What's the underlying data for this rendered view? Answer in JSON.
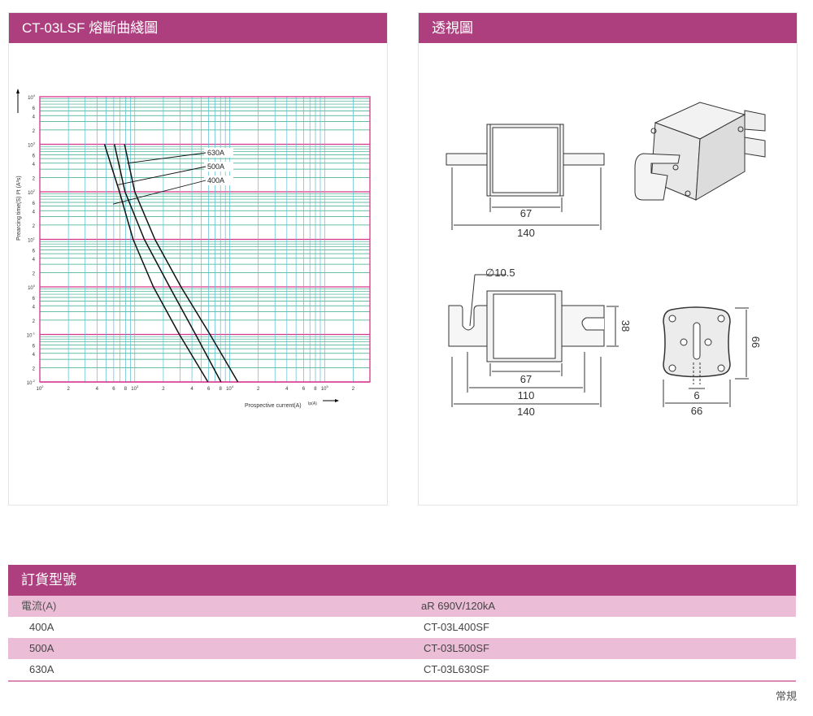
{
  "left_panel": {
    "title": "CT-03LSF 熔斷曲綫圖"
  },
  "right_panel": {
    "title": "透視圖"
  },
  "chart_data": {
    "type": "line",
    "title": "",
    "xlabel": "Prospective current(A)",
    "xlabel_symbol": "Ip(A)",
    "ylabel": "Prearcing time(S)",
    "ylabel_symbol": "I²t (A²s)",
    "xscale": "log",
    "yscale": "log",
    "xlim": [
      100,
      300000
    ],
    "ylim": [
      0.01,
      10000
    ],
    "grid": true,
    "x_ticks": [
      {
        "v": 100,
        "label": "10",
        "exp": "2"
      },
      {
        "v": 200,
        "label": "2"
      },
      {
        "v": 400,
        "label": "4"
      },
      {
        "v": 600,
        "label": "6"
      },
      {
        "v": 800,
        "label": "8"
      },
      {
        "v": 1000,
        "label": "10",
        "exp": "3"
      },
      {
        "v": 2000,
        "label": "2"
      },
      {
        "v": 4000,
        "label": "4"
      },
      {
        "v": 6000,
        "label": "6"
      },
      {
        "v": 8000,
        "label": "8"
      },
      {
        "v": 10000,
        "label": "10",
        "exp": "4"
      },
      {
        "v": 20000,
        "label": "2"
      },
      {
        "v": 40000,
        "label": "4"
      },
      {
        "v": 60000,
        "label": "6"
      },
      {
        "v": 80000,
        "label": "8"
      },
      {
        "v": 100000,
        "label": "10",
        "exp": "5"
      },
      {
        "v": 200000,
        "label": "2"
      }
    ],
    "y_ticks": [
      {
        "v": 0.01,
        "label": "10",
        "exp": "-2"
      },
      {
        "v": 0.02,
        "label": "2"
      },
      {
        "v": 0.04,
        "label": "4"
      },
      {
        "v": 0.06,
        "label": "6"
      },
      {
        "v": 0.1,
        "label": "10",
        "exp": "-1"
      },
      {
        "v": 0.2,
        "label": "2"
      },
      {
        "v": 0.4,
        "label": "4"
      },
      {
        "v": 0.6,
        "label": "6"
      },
      {
        "v": 1,
        "label": "10",
        "exp": "0"
      },
      {
        "v": 2,
        "label": "2"
      },
      {
        "v": 4,
        "label": "4"
      },
      {
        "v": 6,
        "label": "6"
      },
      {
        "v": 10,
        "label": "10",
        "exp": "1"
      },
      {
        "v": 20,
        "label": "2"
      },
      {
        "v": 40,
        "label": "4"
      },
      {
        "v": 60,
        "label": "6"
      },
      {
        "v": 100,
        "label": "10",
        "exp": "2"
      },
      {
        "v": 200,
        "label": "2"
      },
      {
        "v": 400,
        "label": "4"
      },
      {
        "v": 600,
        "label": "6"
      },
      {
        "v": 1000,
        "label": "10",
        "exp": "3"
      },
      {
        "v": 2000,
        "label": "2"
      },
      {
        "v": 4000,
        "label": "4"
      },
      {
        "v": 6000,
        "label": "6"
      },
      {
        "v": 10000,
        "label": "10",
        "exp": "4"
      }
    ],
    "series": [
      {
        "name": "630A",
        "x": [
          780,
          1000,
          1630,
          3070,
          6200,
          12200
        ],
        "y": [
          1000,
          100,
          10,
          1,
          0.1,
          0.01
        ],
        "leader_at": [
          830,
          400
        ]
      },
      {
        "name": "500A",
        "x": [
          610,
          790,
          1260,
          2330,
          4370,
          8100
        ],
        "y": [
          1000,
          100,
          10,
          1,
          0.1,
          0.01
        ],
        "leader_at": [
          660,
          140
        ]
      },
      {
        "name": "400A",
        "x": [
          480,
          690,
          960,
          1570,
          2950,
          5900
        ],
        "y": [
          1000,
          100,
          10,
          1,
          0.1,
          0.01
        ],
        "leader_at": [
          590,
          55
        ]
      }
    ],
    "colors": {
      "curve": "#111111",
      "decade": "#d6348c",
      "hgrid": "#34a98a",
      "vgrid": "#55bfd2"
    }
  },
  "drawing": {
    "top_view": {
      "body_width": "67",
      "total_length": "140"
    },
    "bottom_view": {
      "hole": "∅10.5",
      "height": "38",
      "body_width": "67",
      "hole_spacing": "110",
      "total_length": "140"
    },
    "end_view": {
      "height": "66",
      "slot": "6",
      "width": "66"
    }
  },
  "order_table": {
    "title": "訂貨型號",
    "headers": [
      "電流(A)",
      "aR 690V/120kA"
    ],
    "rows": [
      [
        "400A",
        "CT-03L400SF"
      ],
      [
        "500A",
        "CT-03L500SF"
      ],
      [
        "630A",
        "CT-03L630SF"
      ]
    ]
  },
  "footer": {
    "note": "常規"
  }
}
